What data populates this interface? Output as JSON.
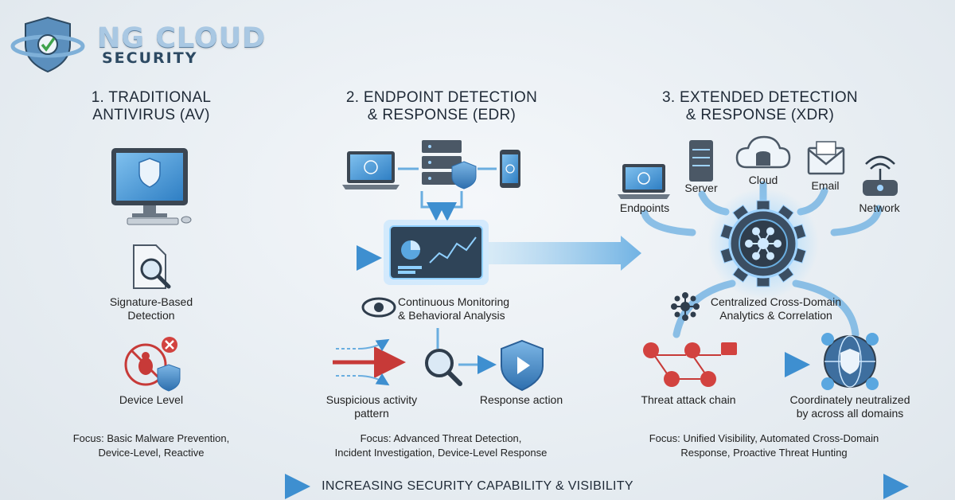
{
  "logo": {
    "main": "NG CLOUD",
    "sub": "SECURITY"
  },
  "colors": {
    "accent": "#4a9ad8",
    "dark": "#2f3d4c",
    "threat": "#c73a38",
    "soft": "#bfe0f5"
  },
  "columns": [
    {
      "title_line1": "1. TRADITIONAL",
      "title_line2": "ANTIVIRUS (AV)",
      "signature_line1": "Signature-Based",
      "signature_line2": "Detection",
      "device_label": "Device Level",
      "focus_line1": "Focus: Basic Malware Prevention,",
      "focus_line2": "Device-Level, Reactive"
    },
    {
      "title_line1": "2. ENDPOINT DETECTION",
      "title_line2": "& RESPONSE (EDR)",
      "monitor_line1": "Continuous Monitoring",
      "monitor_line2": "& Behavioral Analysis",
      "suspicious_line1": "Suspicious activity",
      "suspicious_line2": "pattern",
      "response_label": "Response action",
      "focus_line1": "Focus: Advanced Threat Detection,",
      "focus_line2": "Incident Investigation, Device-Level Response"
    },
    {
      "title_line1": "3. EXTENDED DETECTION",
      "title_line2": "& RESPONSE (XDR)",
      "sources": {
        "endpoints": "Endpoints",
        "server": "Server",
        "cloud": "Cloud",
        "email": "Email",
        "network": "Network"
      },
      "central_line1": "Centralized Cross-Domain",
      "central_line2": "Analytics & Correlation",
      "chain_label": "Threat attack chain",
      "neutral_line1": "Coordinately neutralized",
      "neutral_line2": "by across all domains",
      "focus_line1": "Focus: Unified Visibility, Automated Cross-Domain",
      "focus_line2": "Response, Proactive Threat Hunting"
    }
  ],
  "bottom_label": "INCREASING SECURITY CAPABILITY & VISIBILITY"
}
